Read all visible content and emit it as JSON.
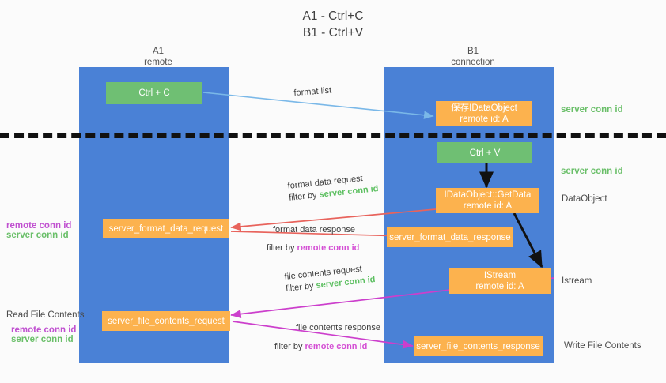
{
  "title": "A1 - Ctrl+C\nB1 - Ctrl+V",
  "columns": [
    {
      "name": "col-a1",
      "header": "A1\nremote"
    },
    {
      "name": "col-b1",
      "header": "B1\nconnection"
    }
  ],
  "boxes": {
    "ctrl_c": "Ctrl + C",
    "ctrl_v": "Ctrl + V",
    "save_idataobject": "保存IDataObject\nremote id: A",
    "idataobject_getdata": "IDataObject::GetData\nremote id: A",
    "istream": "IStream\nremote id: A",
    "server_format_data_request": "server_format_data_request",
    "server_format_data_response": "server_format_data_response",
    "server_file_contents_request": "server_file_contents_request",
    "server_file_contents_response": "server_file_contents_response"
  },
  "right_labels": {
    "server_conn_id_top": "server conn id",
    "server_conn_id_mid": "server conn id",
    "dataobject": "DataObject",
    "istream": "Istream",
    "write_file_contents": "Write File Contents"
  },
  "left_labels": {
    "remote_conn_id_upper": "remote conn id",
    "server_conn_id_upper": "server conn id",
    "read_file_contents": "Read File Contents",
    "remote_conn_id_lower": "remote conn id",
    "server_conn_id_lower": "server conn id"
  },
  "arrow_labels": {
    "format_list": "format list",
    "format_data_request": "format data request",
    "format_data_request_filter_prefix": "filter by ",
    "format_data_request_filter_key": "server conn id",
    "format_data_response": "format data response",
    "format_data_response_filter_prefix": "filter by ",
    "format_data_response_filter_key": "remote conn id",
    "file_contents_request": "file contents request",
    "file_contents_request_filter_prefix": "filter by ",
    "file_contents_request_filter_key": "server conn id",
    "file_contents_response": "file contents response",
    "file_contents_response_filter_prefix": "filter by ",
    "file_contents_response_filter_key": "remote conn id"
  },
  "colors": {
    "column_blue": "#4a81d6",
    "box_green": "#6fbf73",
    "box_orange": "#fcb24e",
    "arrow_lightblue": "#7ab8e8",
    "arrow_red": "#e8635c",
    "arrow_magenta": "#cc3fcc",
    "arrow_black": "#111111",
    "server_conn_id": "#6abf69",
    "remote_conn_id": "#c050d0",
    "background": "#fbfbfb"
  }
}
